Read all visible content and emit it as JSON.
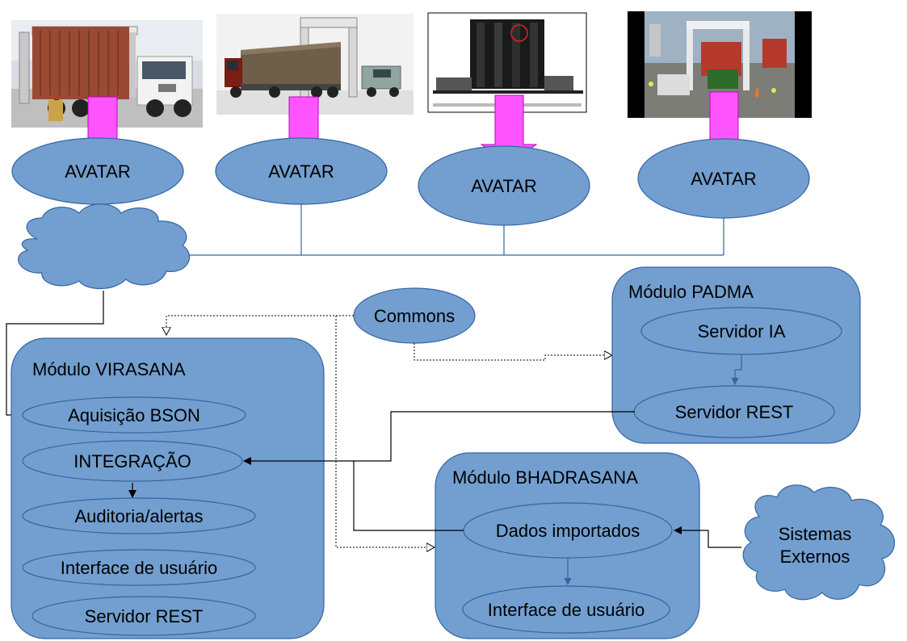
{
  "photos": [
    {
      "icon": "truck-scanner-photo"
    },
    {
      "icon": "cargo-truck-scanner-photo"
    },
    {
      "icon": "xray-container-scan-image"
    },
    {
      "icon": "port-scanner-photo"
    }
  ],
  "avatars": [
    "AVATAR",
    "AVATAR",
    "AVATAR",
    "AVATAR"
  ],
  "commons": "Commons",
  "padma": {
    "title": "Módulo PADMA",
    "items": [
      "Servidor IA",
      "Servidor REST"
    ]
  },
  "virasana": {
    "title": "Módulo VIRASANA",
    "items": [
      "Aquisição BSON",
      "INTEGRAÇÃO",
      "Auditoria/alertas",
      "Interface de usuário",
      "Servidor REST"
    ]
  },
  "bhadrasana": {
    "title": "Módulo BHADRASANA",
    "items": [
      "Dados importados",
      "Interface de usuário"
    ]
  },
  "external": {
    "line1": "Sistemas",
    "line2": "Externos"
  },
  "colors": {
    "node_fill": "#729fcf",
    "node_stroke": "#3465a4",
    "arrow_pink": "#ff55ff"
  }
}
